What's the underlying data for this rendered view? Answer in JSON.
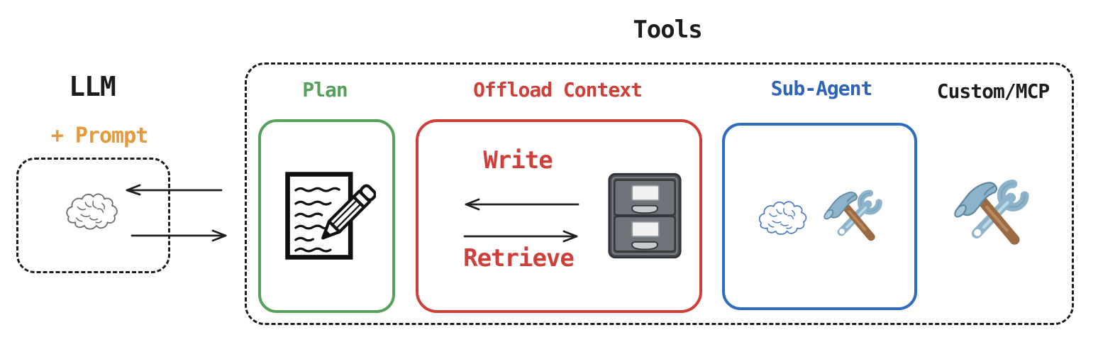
{
  "title": "Tools",
  "llm": {
    "label": "LLM",
    "prompt_label": "+ Prompt",
    "icon": "brain-icon"
  },
  "tools": {
    "plan": {
      "label": "Plan",
      "accent_color": "#56a05c",
      "icon": "memo-pencil-icon"
    },
    "offload_context": {
      "label": "Offload Context",
      "accent_color": "#cf3e38",
      "write_label": "Write",
      "retrieve_label": "Retrieve",
      "icon": "file-cabinet-icon"
    },
    "sub_agent": {
      "label": "Sub-Agent",
      "accent_color": "#2e6cbe",
      "icons": [
        "brain-icon",
        "hammer-wrench-icon"
      ]
    },
    "custom_mcp": {
      "label": "Custom/MCP",
      "accent_color": "#1c1c1c",
      "icon": "hammer-wrench-icon"
    }
  },
  "colors": {
    "prompt_orange": "#e3993d",
    "outline_black": "#1c1c1c",
    "arrow_black": "#1f1f1f",
    "plan_green": "#56a05c",
    "offload_red": "#cf3e38",
    "subagent_blue": "#2e6cbe"
  }
}
